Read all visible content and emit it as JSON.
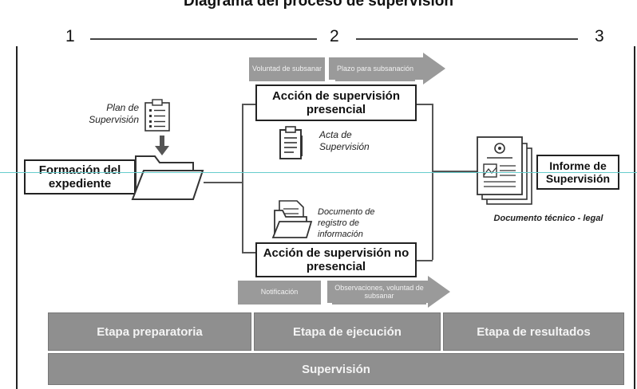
{
  "title": "Diagrama del proceso de supervisión",
  "steps": [
    "1",
    "2",
    "3"
  ],
  "top_tags": {
    "voluntad": "Voluntad de subsanar",
    "plazo": "Plazo para subsanación"
  },
  "bottom_tags": {
    "notificacion": "Notificación",
    "observaciones": "Observaciones, voluntad de subsanar"
  },
  "plan_label": "Plan de Supervisión",
  "formacion_label": "Formación del expediente",
  "accion_presencial": "Acción de supervisión presencial",
  "acta_label": "Acta de Supervisión",
  "documento_registro": "Documento de registro de información",
  "accion_no_presencial": "Acción de supervisión no presencial",
  "informe_label": "Informe de Supervisión",
  "documento_tecnico": "Documento técnico - legal",
  "stages": {
    "preparatoria": "Etapa preparatoria",
    "ejecucion": "Etapa de ejecución",
    "resultados": "Etapa de resultados"
  },
  "supervision_bar": "Supervisión",
  "icons": [
    "clipboard-checklist-icon",
    "down-arrow-icon",
    "folder-icon",
    "clipboard-icon",
    "document-folder-icon",
    "report-document-icon"
  ]
}
